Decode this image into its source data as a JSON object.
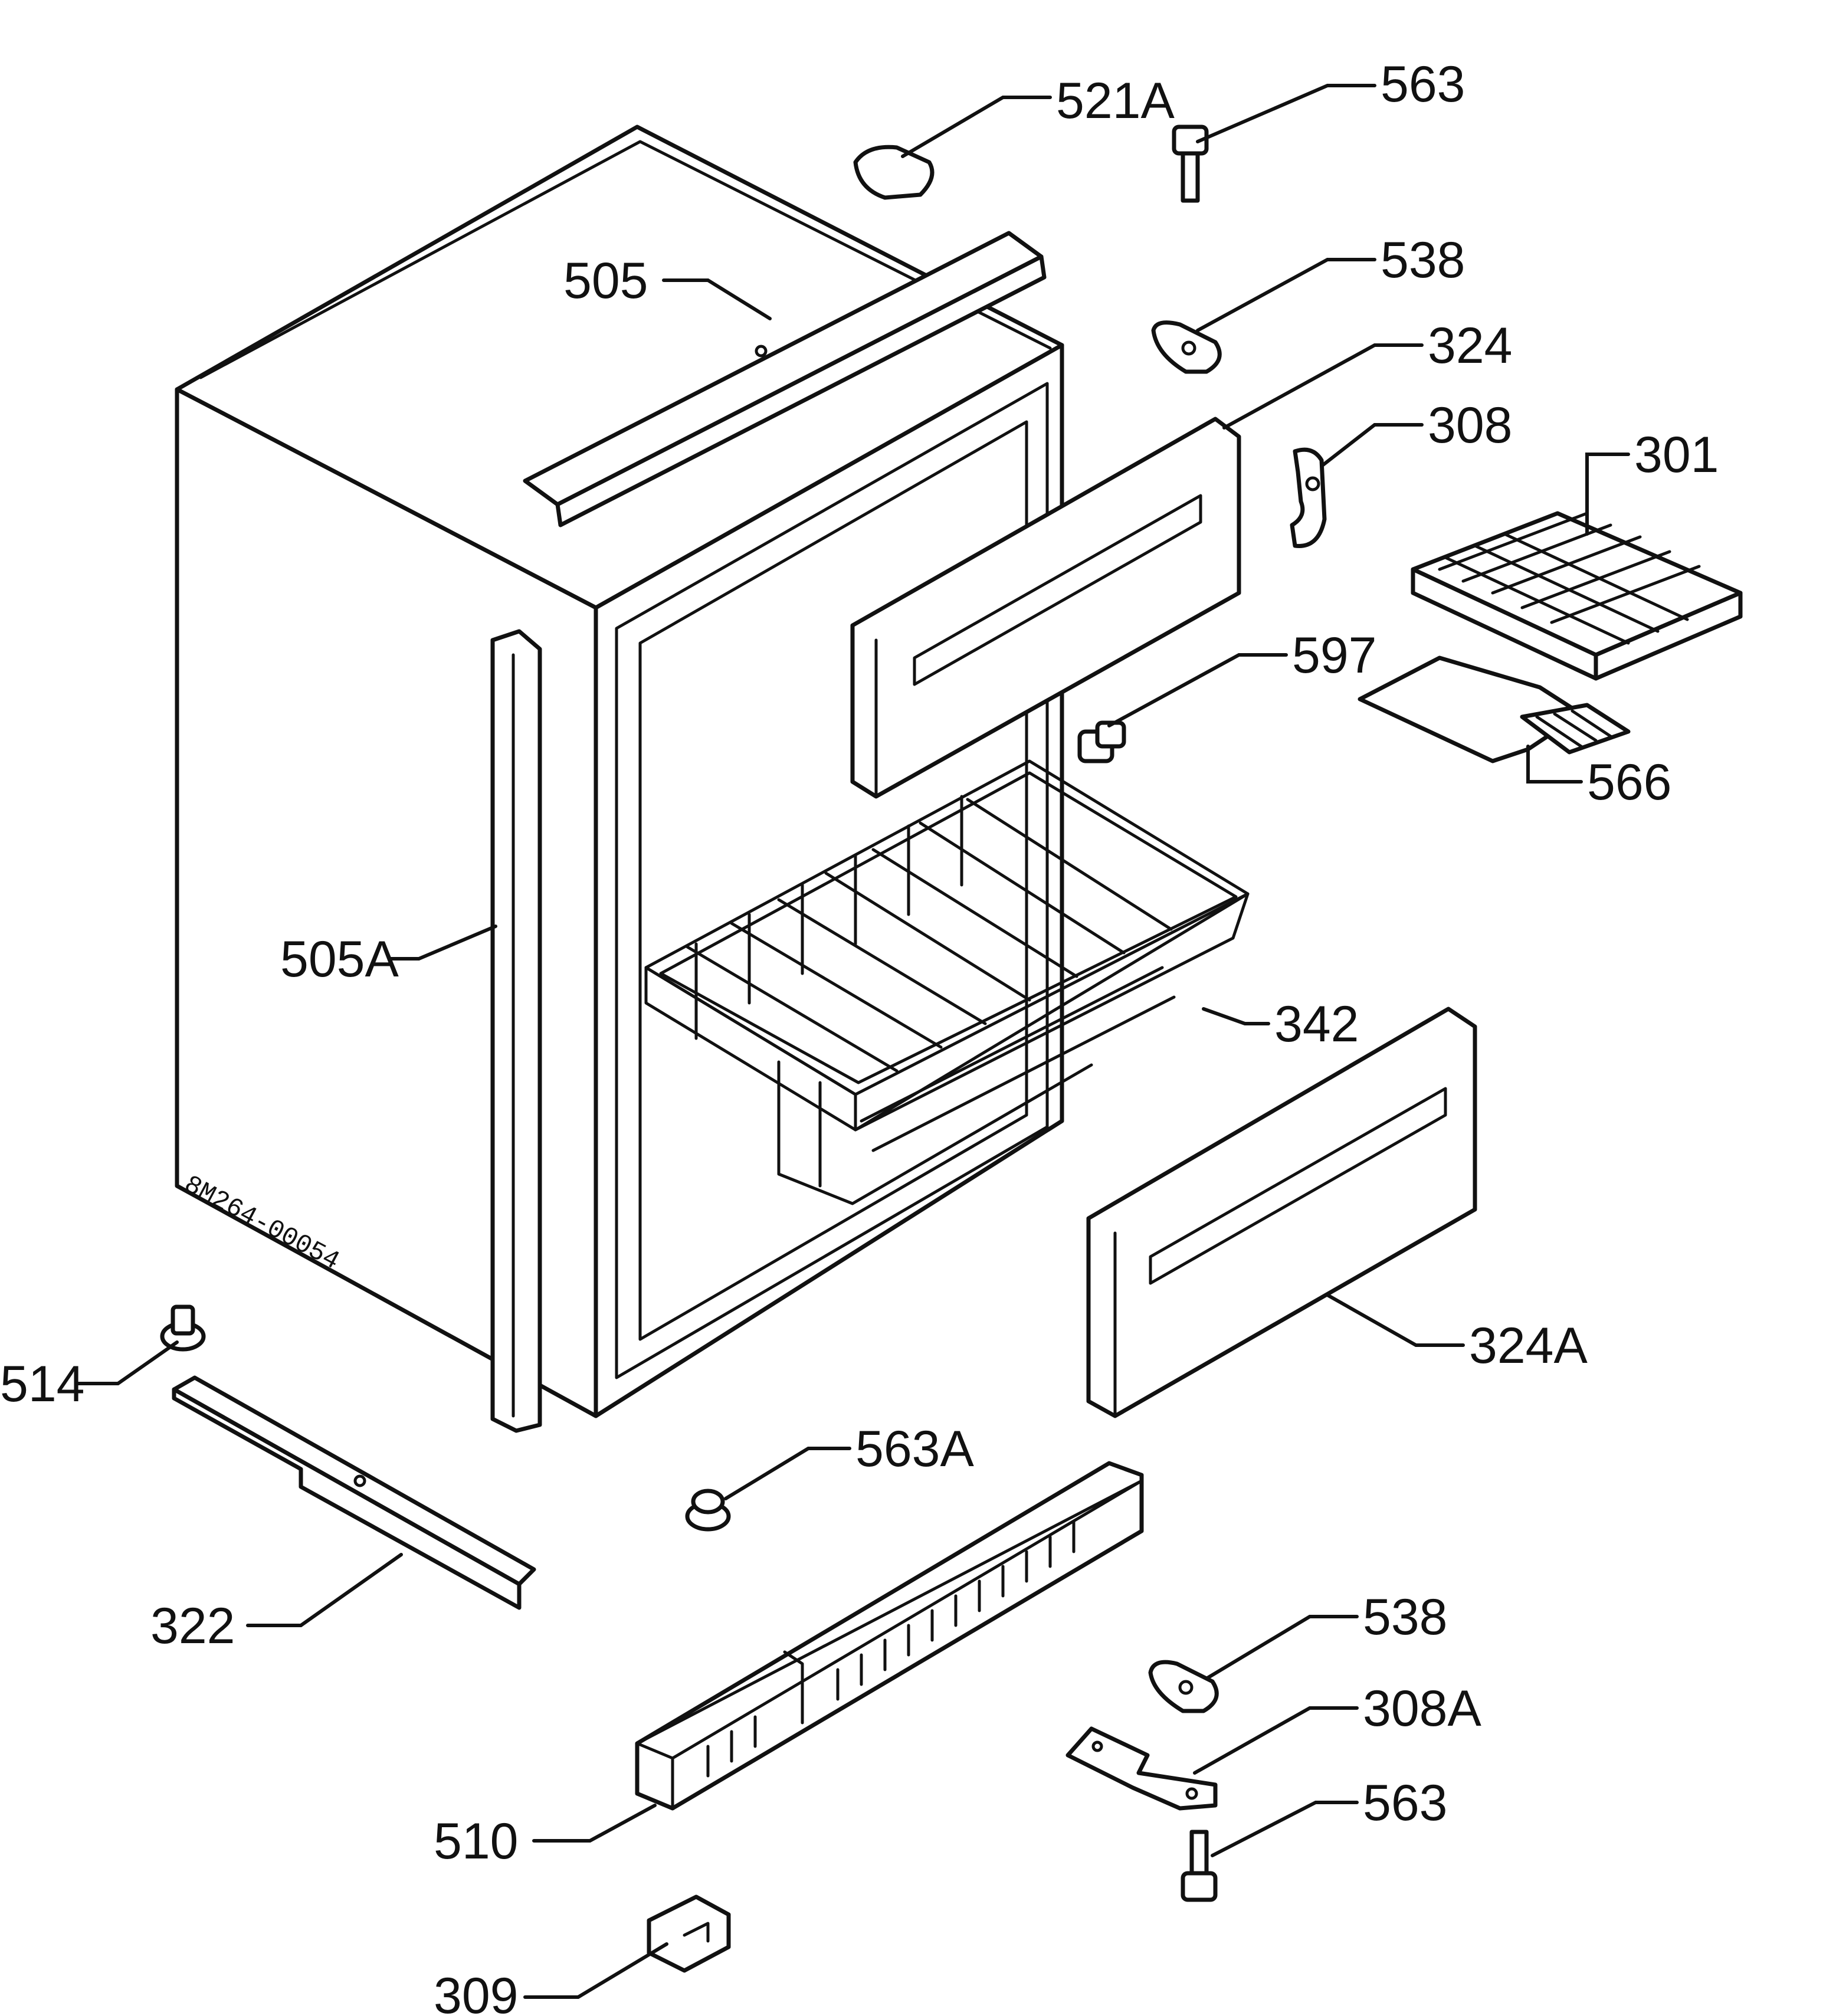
{
  "drawing_code": "8M264-00054",
  "callouts": {
    "p521A": "521A",
    "p563_top": "563",
    "p505": "505",
    "p538_top": "538",
    "p324": "324",
    "p308": "308",
    "p301": "301",
    "p597": "597",
    "p566": "566",
    "p505A": "505A",
    "p342": "342",
    "p324A": "324A",
    "p514": "514",
    "p563A": "563A",
    "p322": "322",
    "p538_bottom": "538",
    "p308A": "308A",
    "p563_bottom": "563",
    "p510": "510",
    "p309": "309"
  }
}
